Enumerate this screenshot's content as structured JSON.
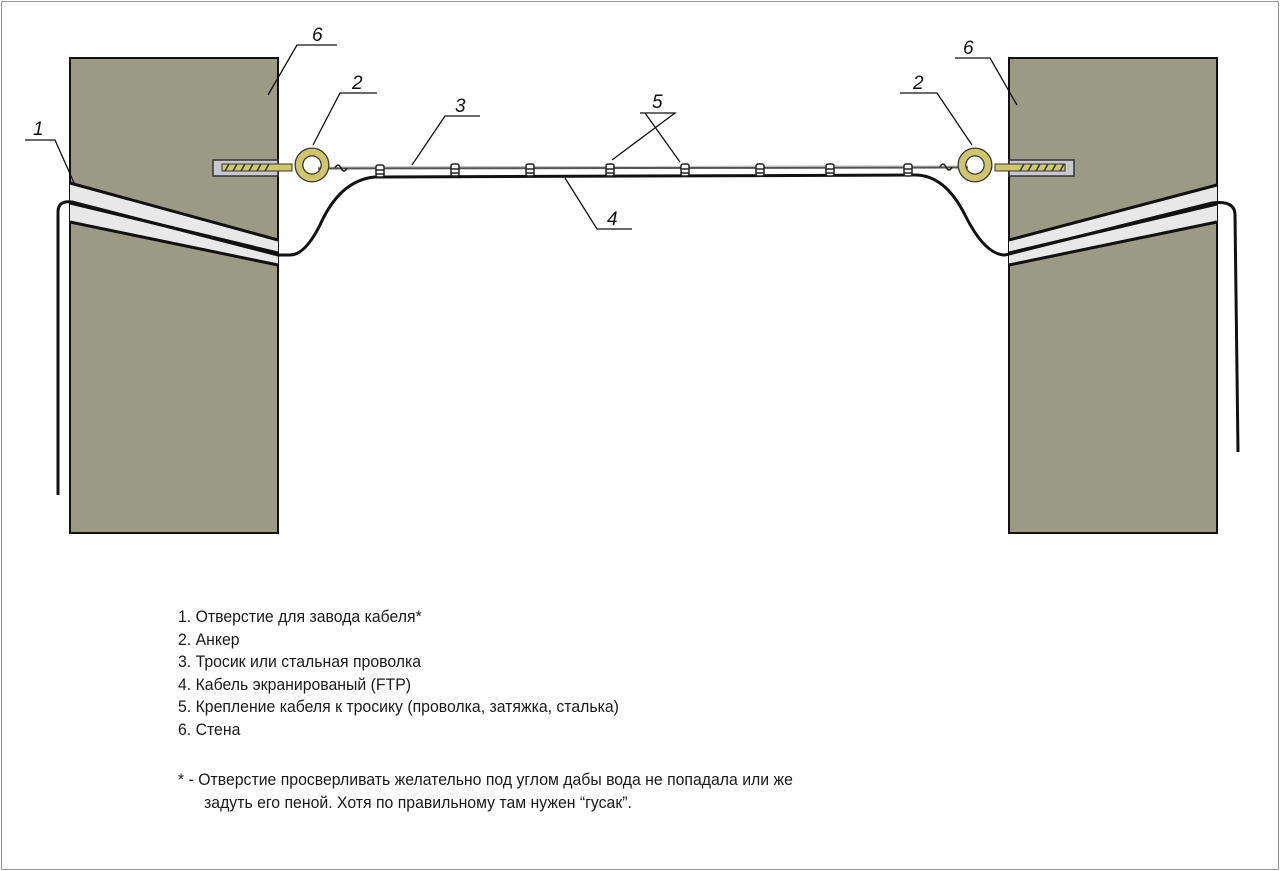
{
  "callouts": {
    "hole": "1",
    "anchor": "2",
    "wire": "3",
    "cable": "4",
    "fastening": "5",
    "wall": "6"
  },
  "legend": [
    "1. Отверстие для завода кабеля*",
    "2. Анкер",
    "3. Тросик или стальная проволка",
    "4. Кабель экранированый (FTP)",
    "5. Крепление кабеля к тросику (проволка, затяжка, сталька)",
    "6. Стена"
  ],
  "note": {
    "line1": "* - Отверстие просверливать желательно под углом дабы вода не попадала или же",
    "line2": "задуть его пеной. Хотя по правильному там нужен “гусак”."
  },
  "colors": {
    "wall": "#9a9a85",
    "anchor": "#cfc66a",
    "band": "#e8e8e8",
    "line": "#111111"
  }
}
